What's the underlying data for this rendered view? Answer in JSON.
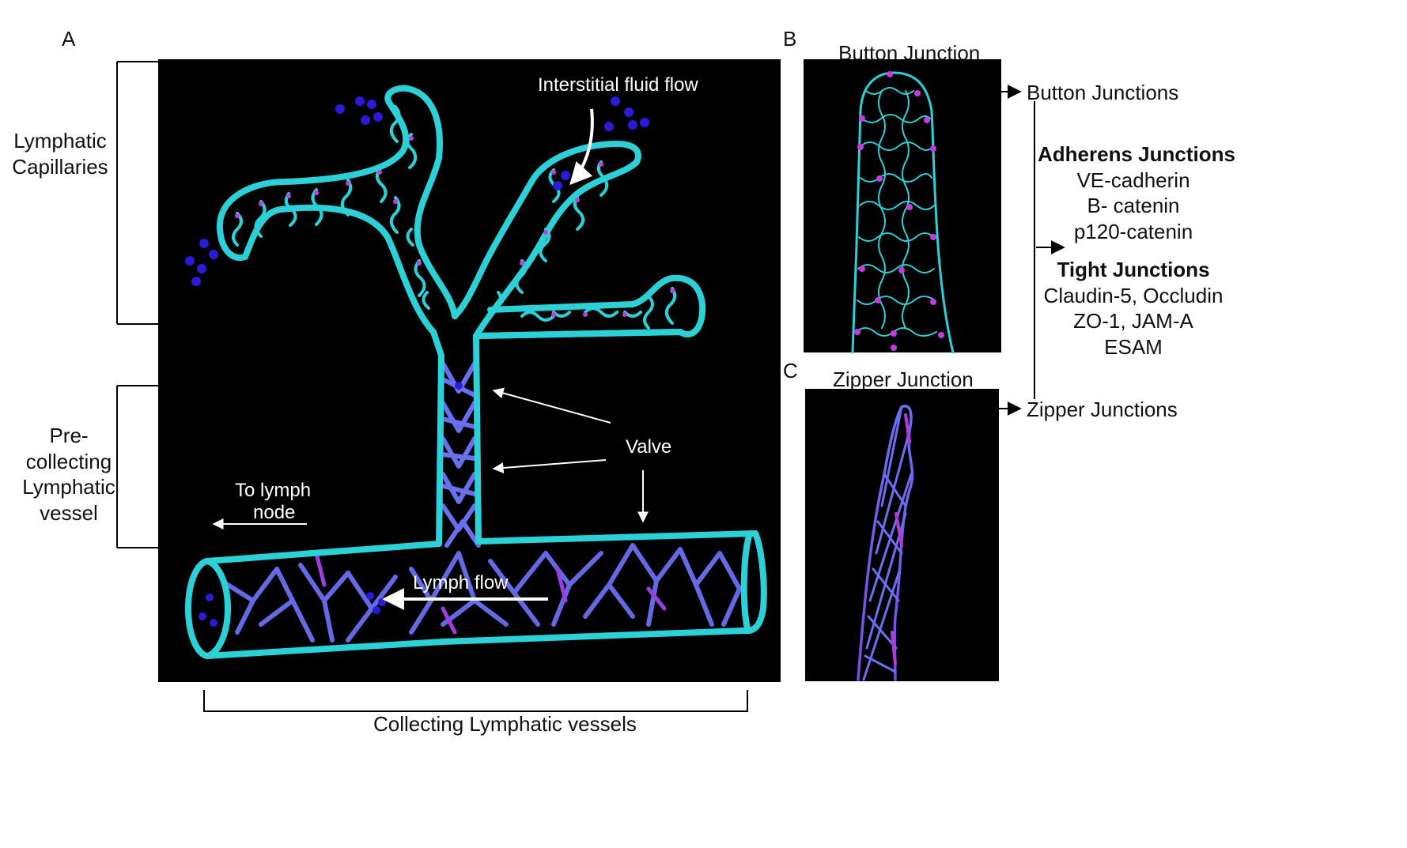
{
  "panels": {
    "a": "A",
    "b": "B",
    "c": "C"
  },
  "left_labels": {
    "capillaries": [
      "Lymphatic",
      "Capillaries"
    ],
    "precollecting": [
      "Pre-",
      "collecting",
      "Lymphatic",
      "vessel"
    ]
  },
  "bottom_label": "Collecting Lymphatic vessels",
  "main_panel": {
    "interstitial": "Interstitial fluid flow",
    "valve": "Valve",
    "to_node": [
      "To lymph",
      "node"
    ],
    "lymph_flow": "Lymph flow"
  },
  "panel_b_title": "Button Junction",
  "panel_c_title": "Zipper Junction",
  "right": {
    "button": "Button Junctions",
    "zipper": "Zipper Junctions",
    "adherens_title": "Adherens Junctions",
    "adherens_items": [
      "VE-cadherin",
      "B- catenin",
      "p120-catenin"
    ],
    "tight_title": "Tight Junctions",
    "tight_items": [
      "Claudin-5, Occludin",
      "ZO-1, JAM-A",
      "ESAM"
    ]
  },
  "colors": {
    "vessel_outline": "#2bd1d6",
    "junction": "#6a6ff0",
    "junction_hot": "#b43bd8",
    "dots": "#2b1bd6",
    "panel_bg": "#000000"
  }
}
